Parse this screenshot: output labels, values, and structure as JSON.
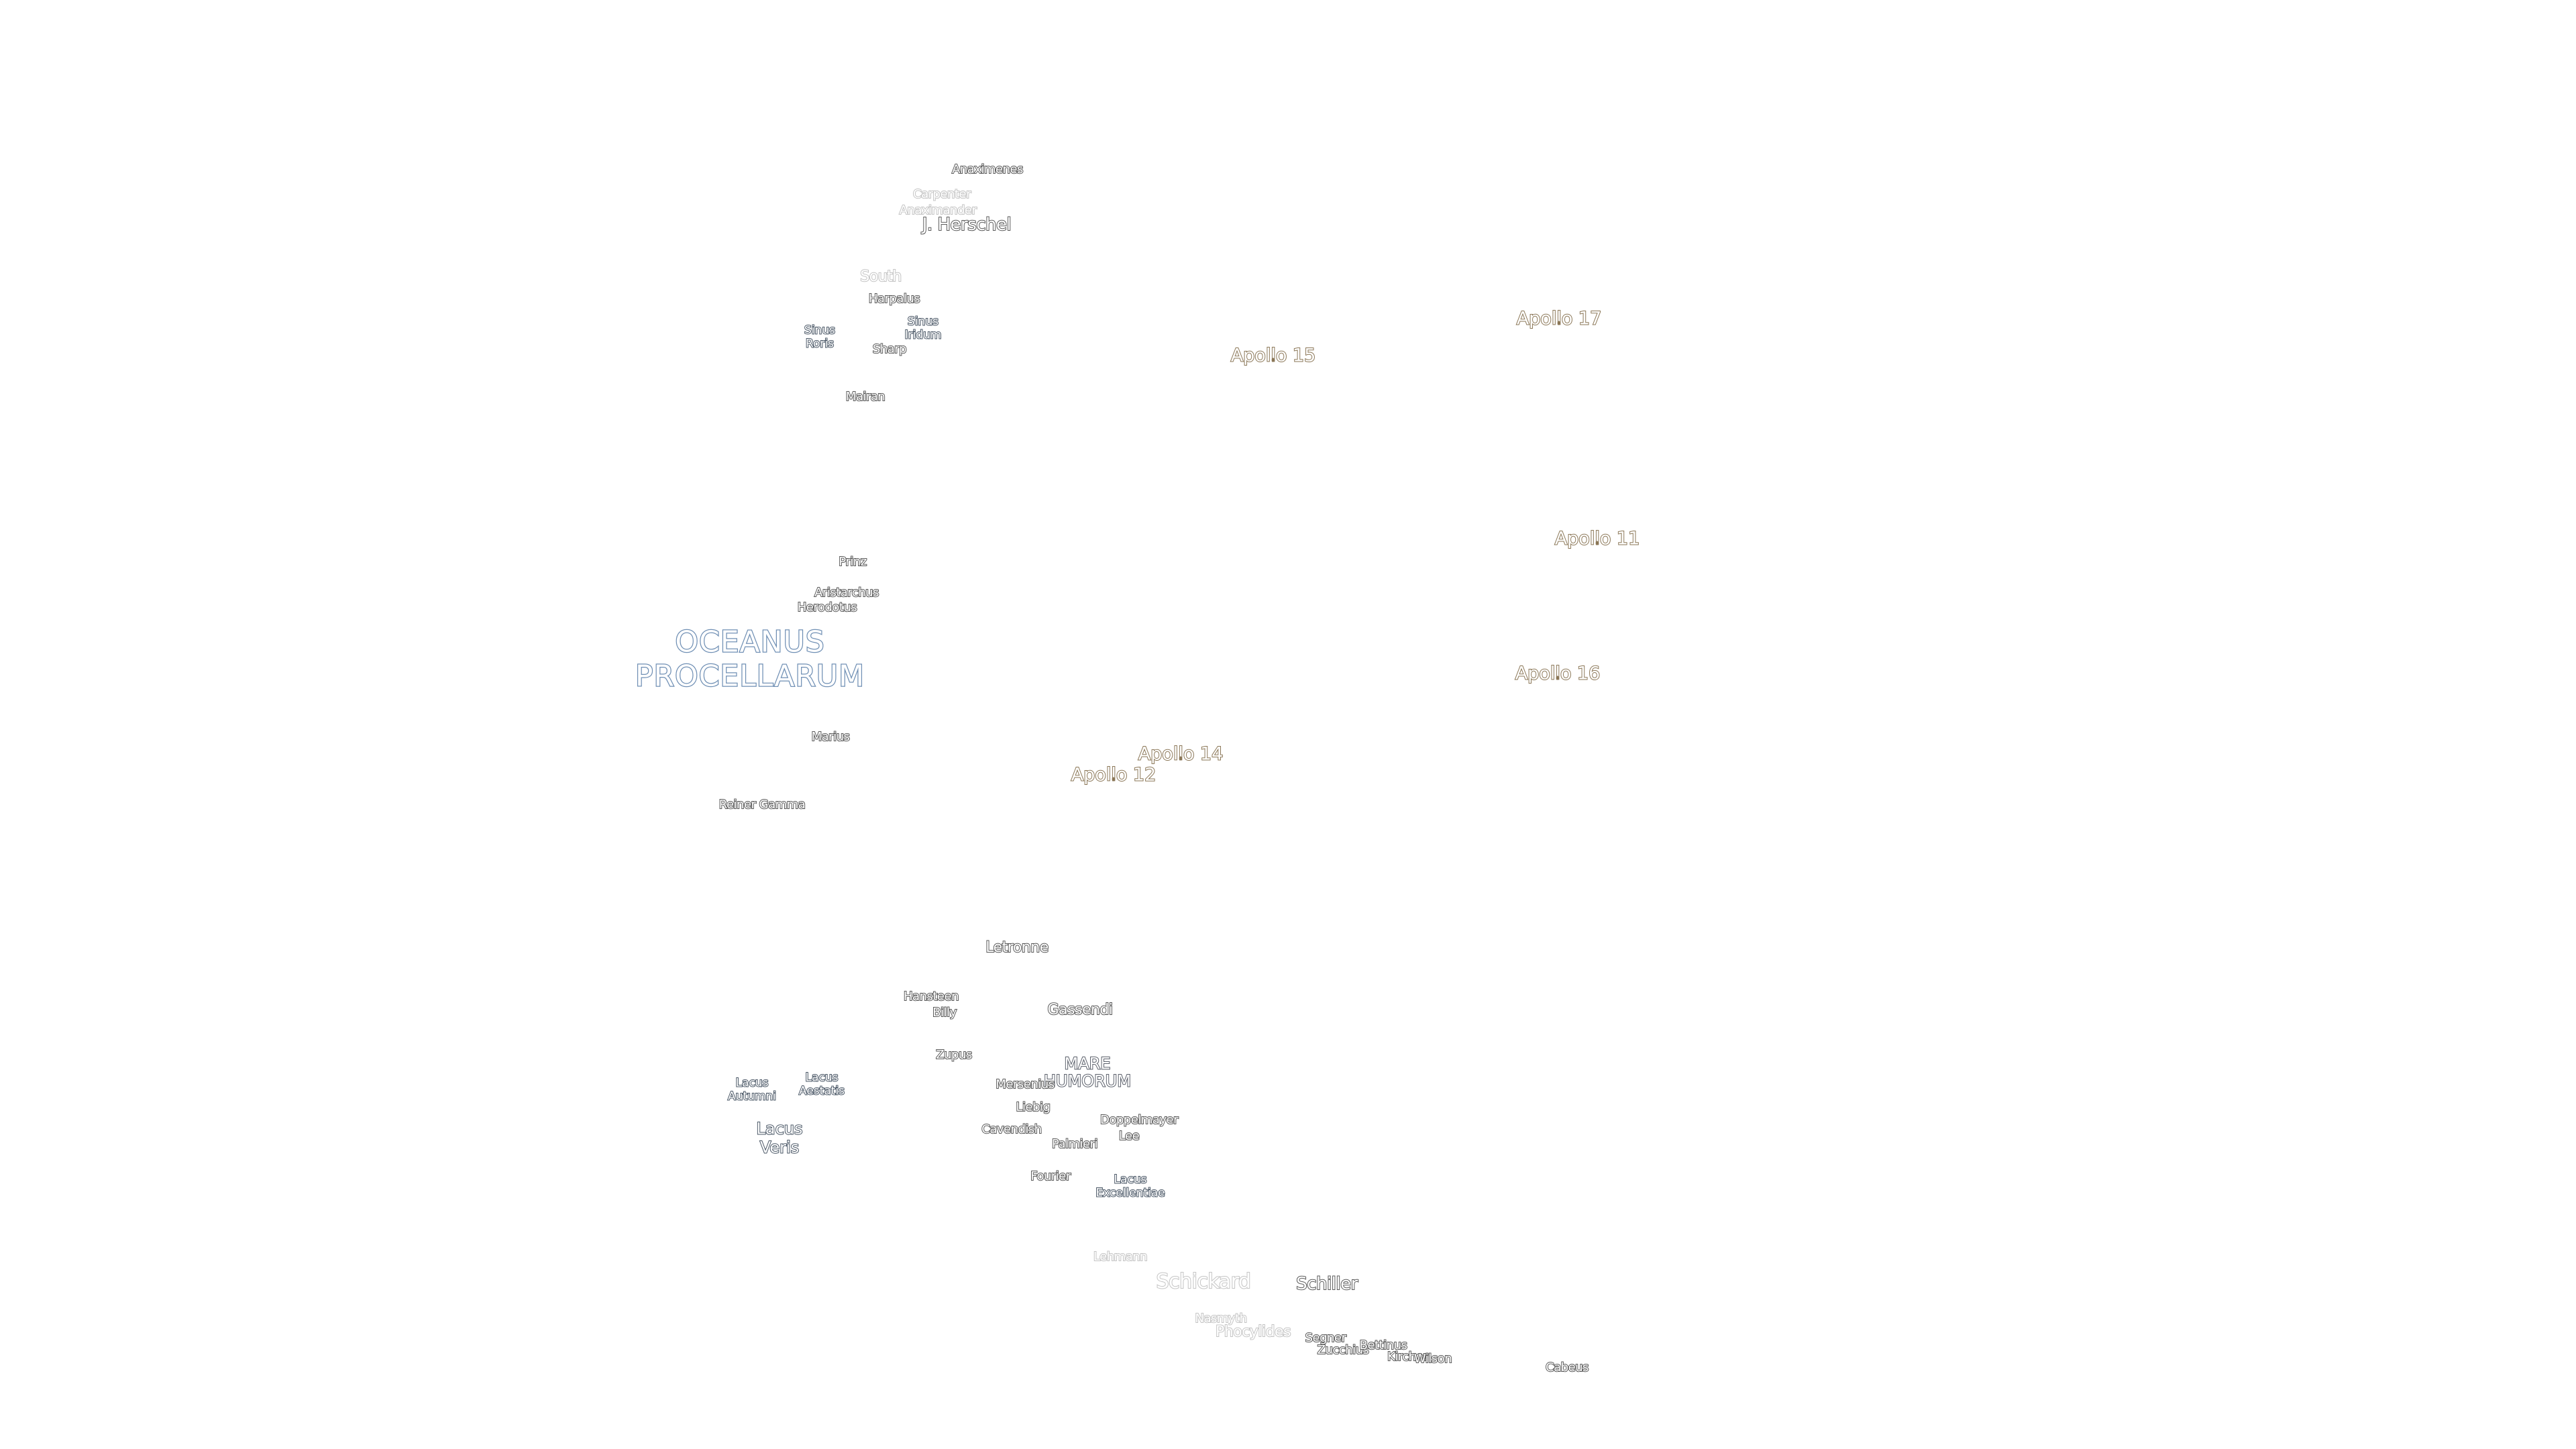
{
  "apollo_sites": [
    {
      "key": "apollo17",
      "label": "Apollo 17"
    },
    {
      "key": "apollo15",
      "label": "Apollo 15"
    },
    {
      "key": "apollo11",
      "label": "Apollo 11"
    },
    {
      "key": "apollo16",
      "label": "Apollo 16"
    },
    {
      "key": "apollo14",
      "label": "Apollo 14"
    },
    {
      "key": "apollo12",
      "label": "Apollo 12"
    }
  ],
  "regions": {
    "oceanus": {
      "line1": "OCEANUS",
      "line2": "PROCELLARUM"
    },
    "mare_humorum": {
      "line1": "MARE",
      "line2": "HUMORUM"
    },
    "sinus_roris": {
      "line1": "Sinus",
      "line2": "Roris"
    },
    "sinus_iridum": {
      "line1": "Sinus",
      "line2": "Iridum"
    },
    "lacus_autumni": {
      "line1": "Lacus",
      "line2": "Autumni"
    },
    "lacus_aestatis": {
      "line1": "Lacus",
      "line2": "Aestatis"
    },
    "lacus_veris": {
      "line1": "Lacus",
      "line2": "Veris"
    },
    "lacus_excellentiae": {
      "line1": "Lacus",
      "line2": "Excellentiae"
    }
  },
  "craters": {
    "anaximenes": "Anaximenes",
    "carpenter": "Carpenter",
    "anaximander": "Anaximander",
    "j_herschel": "J. Herschel",
    "south": "South",
    "harpalus": "Harpalus",
    "sharp": "Sharp",
    "mairan": "Mairan",
    "prinz": "Prinz",
    "aristarchus": "Aristarchus",
    "herodotus": "Herodotus",
    "marius": "Marius",
    "reiner_gamma": "Reiner Gamma",
    "letronne": "Letronne",
    "hansteen": "Hansteen",
    "billy": "Billy",
    "gassendi": "Gassendi",
    "zupus": "Zupus",
    "mersenius": "Mersenius",
    "liebig": "Liebig",
    "doppelmayer": "Doppelmayer",
    "lee": "Lee",
    "cavendish": "Cavendish",
    "palmieri": "Palmieri",
    "fourier": "Fourier",
    "lehmann": "Lehmann",
    "schickard": "Schickard",
    "schiller": "Schiller",
    "nasmyth": "Nasmyth",
    "phocylides": "Phocylides",
    "segner": "Segner",
    "zucchius": "Zucchius",
    "bettinus": "Bettinus",
    "kircher": "Kircher",
    "wilson": "Wilson",
    "cabeus": "Cabeus"
  }
}
